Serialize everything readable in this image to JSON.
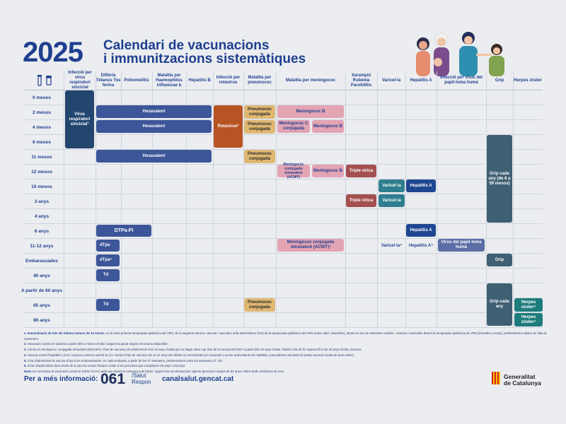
{
  "header": {
    "year": "2025",
    "title_line1": "Calendari de vacunacions",
    "title_line2": "i immunitzacions sistemàtiques"
  },
  "icons": {
    "vaccine_icon": "syringe-vial-icon",
    "illustration": "family-vaccination-illustration"
  },
  "columns": [
    "Infecció per virus respiratori sincicial",
    "Diftèria Tètanus Tos ferina",
    "Poliomielitis",
    "Malaltia per Haemophilus influenzae b",
    "Hepatitis B",
    "Infecció per rotavirus",
    "Malaltia per pneumococ",
    "Malaltia per meningococ",
    "Xarampió Rubèola Parotiditis",
    "Varicel·la",
    "Hepatitis A",
    "Infecció per virus del papil·loma humà",
    "Grip",
    "Herpes zòster"
  ],
  "rows": [
    "0 mesos",
    "2 mesos",
    "4 mesos",
    "6 mesos",
    "11 mesos",
    "12 mesos",
    "15 mesos",
    "3 anys",
    "4 anys",
    "6 anys",
    "11-12 anys",
    "Embarassades",
    "40 anys",
    "A partir de 60 anys",
    "65 anys",
    "80 anys"
  ],
  "bars": {
    "resp": "Virus respiratori sincicial¹",
    "hexa_2m": "Hexavalent",
    "hexa_4m": "Hexavalent",
    "hexa_11m": "Hexavalent",
    "rota": "Rotavirus²",
    "pneu_2m": "Pneumococ conjugada",
    "pneu_4m": "Pneumococ conjugada",
    "pneu_11m": "Pneumococ conjugada",
    "pneu_65": "Pneumococ conjugada",
    "men_2m": "Meningococ B",
    "men_4m_c": "Meningococ C conjugada",
    "men_4m_b": "Meningococ B",
    "men_12m_acwy": "Meningococ conjugada tetravalent (ACWY)",
    "men_12m_b": "Meningococ B",
    "men_11y": "Meningococ conjugada tetravalent (ACWY)³",
    "trip_12m": "Triple vírica",
    "trip_3y": "Triple vírica",
    "vari_15m": "Varicel·la",
    "vari_3y": "Varicel·la",
    "vari_11y": "Varicel·la⁴",
    "hepa_15m": "Hepatitis A",
    "hepa_6y": "Hepatitis A",
    "hepa_11y": "Hepatitis A⁴",
    "papil": "Virus del papil·loma humà",
    "grip_child": "Grip cada any (de 6 a 59 mesos)",
    "grip_preg": "Grip",
    "grip_60": "Grip cada any",
    "herpes_65": "Herpes zòster⁶",
    "herpes_80": "Herpes zòster⁶",
    "dtpa_pi": "DTPa-PI",
    "dtpa": "dTpa",
    "dtpa_preg": "dTpa⁵",
    "td_40": "Td",
    "td_65": "Td"
  },
  "notes": [
    {
      "lead": "1. Immunització de tots els infants menors de 12 mesos",
      "text": ", en la seva primera temporada epidèmica del VRS, de la següent manera: nascuts i nascudes amb anterioritat a l'inici de la temporada epidèmica del VRS (entre abril i setembre), durant el mes de setembre-octubre, i nascuts i nascudes durant la temporada epidèmica de VRS (d'octubre a març), preferentment abans de l'alta al naixement."
    },
    {
      "lead": "2.",
      "text": " Vacunació contra el rotavirus a partir dels 2 mesos d'edat i seguint la pauta segons la vacuna disponible."
    },
    {
      "lead": "3.",
      "text": " Contra el meningococ conjugada tetravalent (MACWY) s'han de vacunar els adolescents d'11-12 anys d'edat que no hagin rebut cap dosi de la vacuna MACWY a partir dels 10 anys d'edat. També s'ha de fer repesca fins als 18 anys d'edat, inclosos."
    },
    {
      "lead": "4.",
      "text": " Vacuna contra l'hepatitis A (HA) i vacuna contra la varicel·la (V): només s'han de vacunar els 11-12 anys els infants no immunitzats (no vacunats o sense antecedents de malaltia) o parcialment vacunats (la pauta vacunal consta de dues dosis)."
    },
    {
      "lead": "5.",
      "text": " S'ha d'administrar la vacuna dTpa a les embarassades, en cada embaràs, a partir de les 27 setmanes, preferentment entre les setmanes 27 i 32."
    },
    {
      "lead": "6.",
      "text": " S'han d'administrar dues dosis de la vacuna contra l'herpes zòster a les persones que compleixen 65 anys o 80 anys."
    },
    {
      "lead": "Nota:",
      "text": " Es recomana la vacunació contra el SARS-CoV-2 cada any durant la campanya de tardor, segons les recomanacions vigents (persones majors de 60 anys i altres amb condicions de risc)."
    }
  ],
  "footer": {
    "more_info": "Per a més informació:",
    "phone": "061",
    "salut": "/Salut",
    "respon": "Respon",
    "website": "canalsalut.gencat.cat",
    "gov_line1": "Generalitat",
    "gov_line2": "de Catalunya"
  }
}
